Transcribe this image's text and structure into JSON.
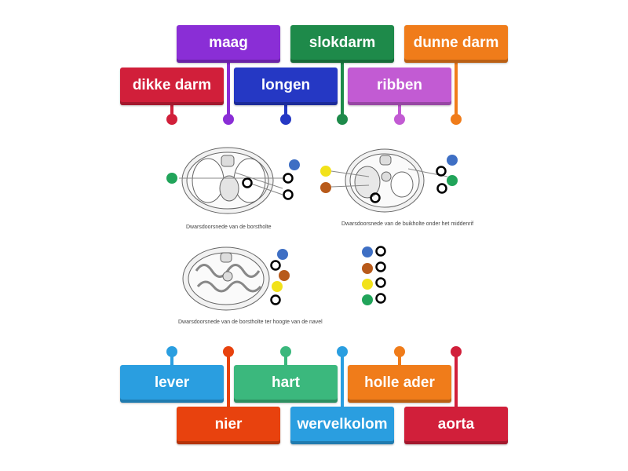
{
  "labels": {
    "maag": "maag",
    "slokdarm": "slokdarm",
    "dunne_darm": "dunne darm",
    "dikke_darm": "dikke darm",
    "longen": "longen",
    "ribben": "ribben",
    "lever": "lever",
    "hart": "hart",
    "holle_ader": "holle ader",
    "nier": "nier",
    "wervelkolom": "wervelkolom",
    "aorta": "aorta"
  },
  "captions": {
    "chest": "Dwarsdoorsnede van de borstholte",
    "abdomen": "Dwarsdoorsnede van de buikholte onder het middenrif",
    "navel": "Dwarsdoorsnede van de borstholte ter hoogte van de navel"
  },
  "colors": {
    "maag": "#8a2ed6",
    "slokdarm": "#1e8a4a",
    "dunne_darm": "#f07c1a",
    "dikke_darm": "#d11f3a",
    "longen": "#2538c4",
    "ribben": "#c25bd3",
    "lever": "#2a9ee0",
    "hart": "#3bb87d",
    "holle_ader": "#f07c1a",
    "nier": "#e8420e",
    "wervelkolom": "#2a9ee0",
    "aorta": "#d11f3a"
  }
}
